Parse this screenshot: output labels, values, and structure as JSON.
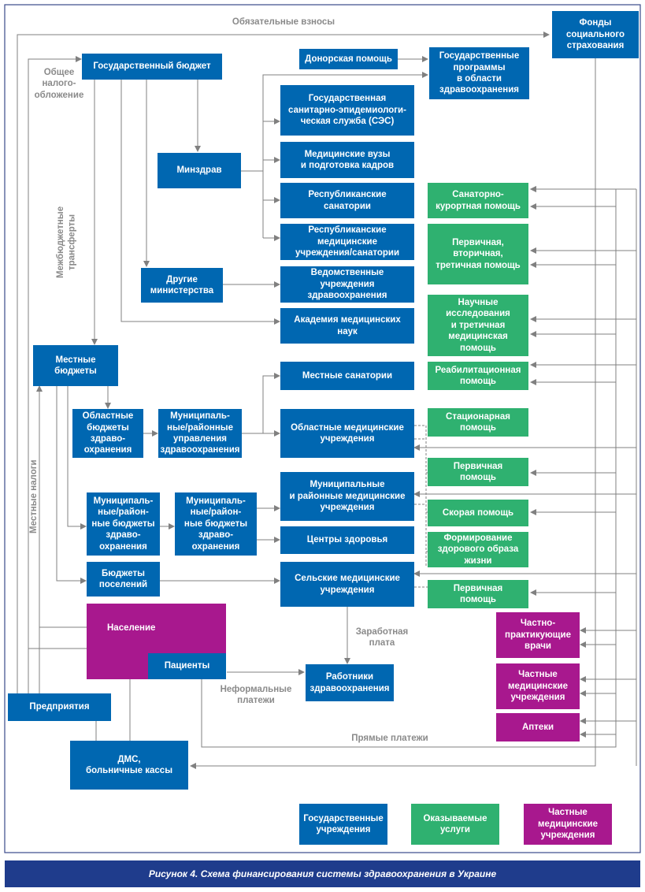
{
  "boxes": {
    "fss": "Фонды\nсоциального\nстрахования",
    "gosbudget": "Государственный бюджет",
    "donor": "Донорская помощь",
    "gosprog": "Государственные\nпрограммы\nв области\nздравоохранения",
    "ses": "Государственная\nсанитарно-эпидемиологи-\nческая служба (СЭС)",
    "vuz": "Медицинские вузы\nи подготовка кадров",
    "minzdrav": "Минздрав",
    "rep_san": "Республиканские\nсанатории",
    "rep_med": "Республиканские\nмедицинские\nучреждения/санатории",
    "other_min": "Другие\nминистерства",
    "ved": "Ведомственные\nучреждения\nздравоохранения",
    "amn": "Академия медицинских\nнаук",
    "local_budgets": "Местные\nбюджеты",
    "local_san": "Местные санатории",
    "obl_budget": "Областные\nбюджеты\nздраво-\nохранения",
    "mun_upr": "Муниципаль-\nные/районные\nуправления\nздравоохранения",
    "obl_med": "Областные медицинские\nучреждения",
    "mun_budget1": "Муниципаль-\nные/район-\nные бюджеты\nздраво-\nохранения",
    "mun_budget2": "Муниципаль-\nные/район-\nные бюджеты\nздраво-\nохранения",
    "mun_med": "Муниципальные\nи районные медицинские\nучреждения",
    "health_centers": "Центры здоровья",
    "settle_budget": "Бюджеты\nпоселений",
    "rural_med": "Сельские медицинские\nучреждения",
    "population": "Население",
    "patients": "Пациенты",
    "workers": "Работники\nздравоохранения",
    "enterprises": "Предприятия",
    "dms": "ДМС,\nбольничные кассы",
    "g_sanat": "Санаторно-\nкурортная помощь",
    "g_primary": "Первичная,\nвторичная,\nтретичная помощь",
    "g_science": "Научные\nисследования\nи третичная\nмедицинская\nпомощь",
    "g_rehab": "Реабилитационная\nпомощь",
    "g_inpatient": "Стационарная\nпомощь",
    "g_primary2": "Первичная\nпомощь",
    "g_emergency": "Скорая помощь",
    "g_healthy": "Формирование\nздорового образа\nжизни",
    "g_primary3": "Первичная\nпомощь",
    "p_doctors": "Частно-\nпрактикующие\nврачи",
    "p_institutions": "Частные\nмедицинские\nучреждения",
    "p_pharmacy": "Аптеки"
  },
  "labels": {
    "mandatory": "Обязательные взносы",
    "general_tax": "Общее\nналого-\nобложение",
    "transfers": "Межбюджетные\nтрансферты",
    "local_taxes": "Местные налоги",
    "salary": "Заработная\nплата",
    "informal": "Неформальные\nплатежи",
    "direct": "Прямые платежи"
  },
  "legend": {
    "state": "Государственные\nучреждения",
    "services": "Оказываемые\nуслуги",
    "private": "Частные\nмедицинские\nучреждения"
  },
  "caption": "Рисунок 4.  Схема финансирования системы здравоохранения в Украине",
  "colors": {
    "state": "#0067b1",
    "services": "#2fb170",
    "private": "#a8188e",
    "frame": "#3a4a8a",
    "caption_bg": "#1f3c8c"
  }
}
